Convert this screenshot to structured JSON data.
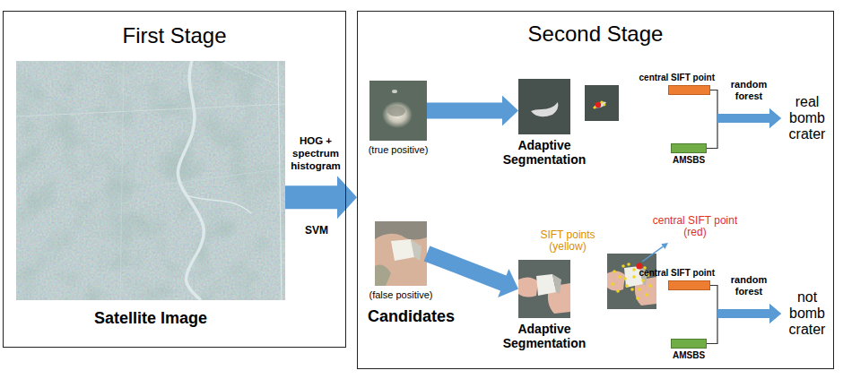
{
  "diagram": {
    "nodes": [
      {
        "text": [
          "First Stage"
        ]
      },
      {
        "text": [
          "Satellite Image"
        ],
        "in": 0
      },
      {
        "text": [
          "Second Stage"
        ]
      },
      {
        "text": [
          "(true positive)"
        ],
        "in": 2
      },
      {
        "text": [
          "Adaptive Segmentation"
        ],
        "in": 2
      },
      {
        "text": [
          "central SIFT point"
        ],
        "in": 2
      },
      {
        "text": [
          "AMSBS"
        ],
        "in": 2
      },
      {
        "text": [
          "real bomb crater"
        ],
        "in": 2
      },
      {
        "text": [
          "(false positive)"
        ],
        "in": 2
      },
      {
        "text": [
          "Adaptive Segmentation"
        ],
        "in": 2
      },
      {
        "text": [
          "central SIFT point"
        ],
        "in": 2
      },
      {
        "text": [
          "AMSBS"
        ],
        "in": 2
      },
      {
        "text": [
          "not bomb crater"
        ],
        "in": 2
      }
    ],
    "edges": [
      {
        "from": 1,
        "to": 2,
        "arrow": "to",
        "label": "HOG + spectrum histogram"
      },
      {
        "from": 3,
        "to": 4,
        "arrow": "to"
      },
      {
        "from": 5,
        "to": 7,
        "arrow": "to",
        "label": "random forest"
      },
      {
        "from": 6,
        "to": 7,
        "arrow": "to"
      },
      {
        "from": 8,
        "to": 9,
        "arrow": "to"
      },
      {
        "from": 10,
        "to": 12,
        "arrow": "to",
        "label": "random forest"
      },
      {
        "from": 11,
        "to": 12,
        "arrow": "to"
      }
    ],
    "labels": [
      "SVM",
      "Candidates",
      "SIFT points (yellow)",
      "central SIFT point (red)"
    ]
  }
}
